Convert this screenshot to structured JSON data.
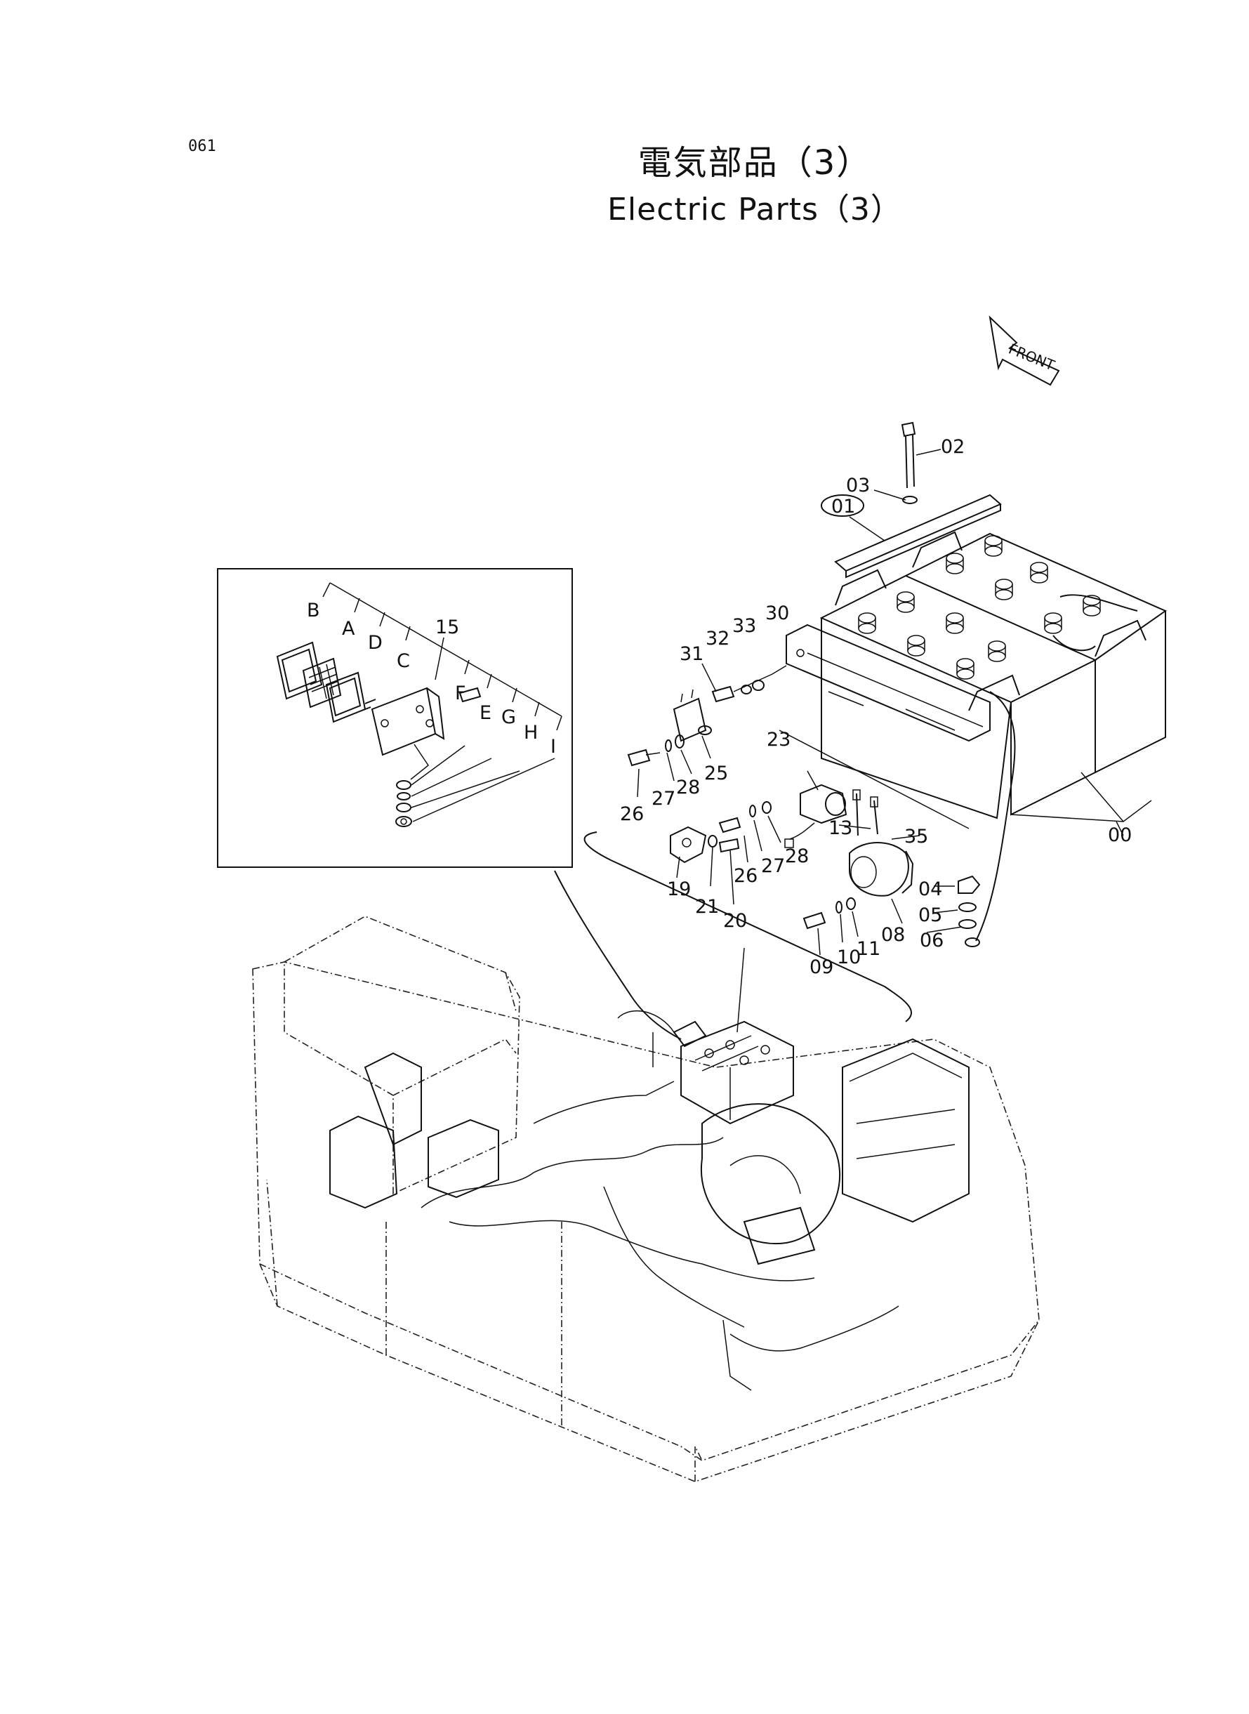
{
  "page": {
    "number": "061"
  },
  "title": {
    "japanese": "電気部品（3）",
    "english": "Electric  Parts（3）"
  },
  "front_marker": {
    "text": "FRONT"
  },
  "labels": {
    "00": "00",
    "01": "01",
    "02": "02",
    "03": "03",
    "04": "04",
    "05": "05",
    "06": "06",
    "08": "08",
    "09": "09",
    "10": "10",
    "11": "11",
    "13": "13",
    "15": "15",
    "19": "19",
    "20": "20",
    "21": "21",
    "23": "23",
    "25": "25",
    "26a": "26",
    "26b": "26",
    "27a": "27",
    "27b": "27",
    "28a": "28",
    "28b": "28",
    "30": "30",
    "31": "31",
    "32": "32",
    "33": "33",
    "35": "35",
    "A": "A",
    "B": "B",
    "C": "C",
    "D": "D",
    "E": "E",
    "F": "F",
    "G": "G",
    "H": "H",
    "I": "I"
  }
}
